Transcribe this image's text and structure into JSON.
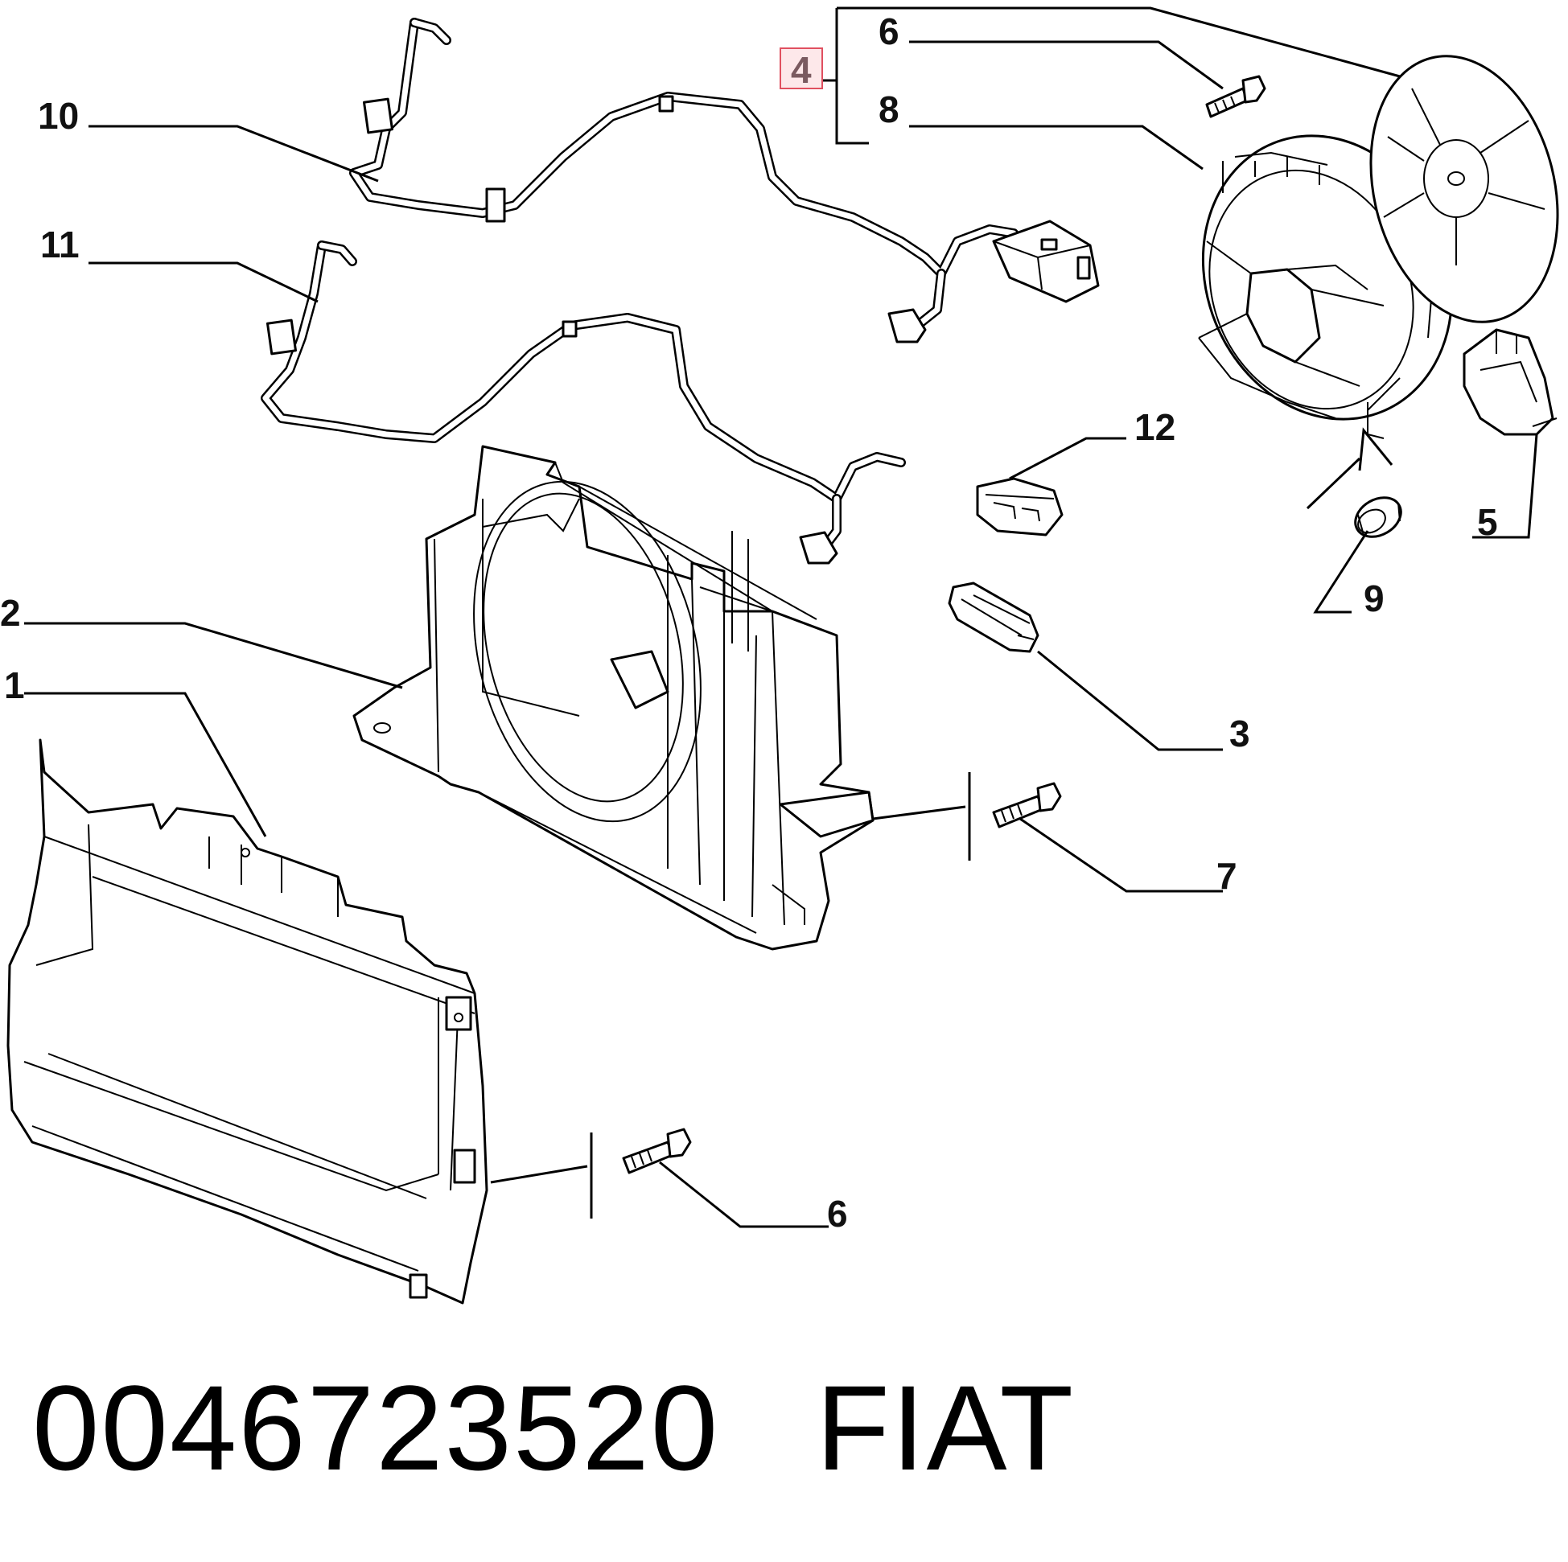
{
  "callouts": {
    "c1": "1",
    "c2": "2",
    "c3": "3",
    "c4": "4",
    "c5": "5",
    "c6a": "6",
    "c6b": "6",
    "c7": "7",
    "c8": "8",
    "c9": "9",
    "c10": "10",
    "c11": "11",
    "c12": "12"
  },
  "footer": {
    "part_number": "0046723520",
    "brand": "FIAT"
  },
  "highlight_color": "#e05060"
}
